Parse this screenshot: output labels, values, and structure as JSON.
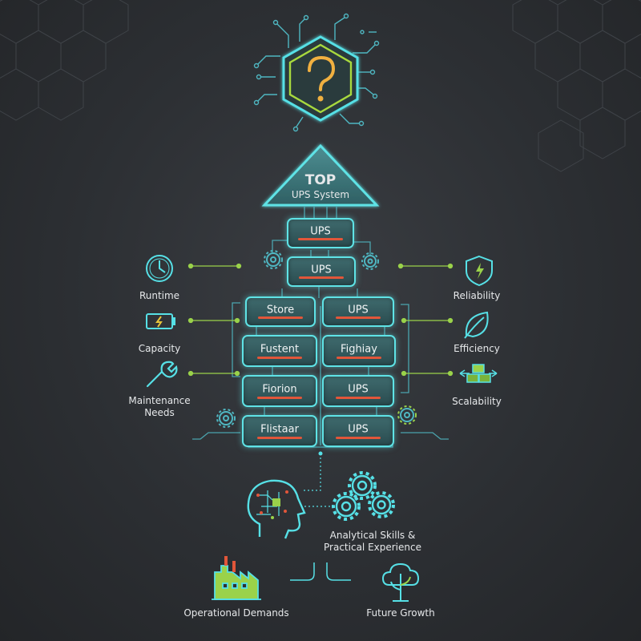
{
  "top": {
    "title": "TOP",
    "subtitle": "UPS System"
  },
  "stack_boxes": [
    {
      "label": "UPS"
    },
    {
      "label": "UPS"
    },
    {
      "label": "Store"
    },
    {
      "label": "UPS"
    },
    {
      "label": "Fustent"
    },
    {
      "label": "Fighiay"
    },
    {
      "label": "Fiorion"
    },
    {
      "label": "UPS"
    },
    {
      "label": "Flistaar"
    },
    {
      "label": "UPS"
    }
  ],
  "left_factors": [
    {
      "label": "Runtime",
      "icon": "clock-icon"
    },
    {
      "label": "Capacity",
      "icon": "battery-icon"
    },
    {
      "label": "Maintenance\nNeeds",
      "icon": "wrench-icon"
    }
  ],
  "right_factors": [
    {
      "label": "Reliability",
      "icon": "shield-icon"
    },
    {
      "label": "Efficiency",
      "icon": "leaf-icon"
    },
    {
      "label": "Scalability",
      "icon": "cubes-icon"
    }
  ],
  "bottom": {
    "skills": "Analytical Skills &\nPractical Experience",
    "operational": "Operational Demands",
    "growth": "Future Growth"
  },
  "colors": {
    "accent": "#5fe3e6",
    "green": "#9ad24a",
    "red": "#e2563a",
    "background": "#2c2f33"
  }
}
